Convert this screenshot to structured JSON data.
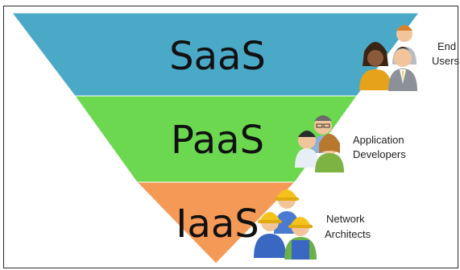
{
  "layers": [
    {
      "name": "SaaS",
      "color": "#4ba9c8",
      "audience": [
        "End",
        "Users"
      ],
      "audience_icon": "business-people-icon"
    },
    {
      "name": "PaaS",
      "color": "#6bd84f",
      "audience": [
        "Application",
        "Developers"
      ],
      "audience_icon": "developers-icon"
    },
    {
      "name": "IaaS",
      "color": "#f59a56",
      "audience": [
        "Network",
        "Architects"
      ],
      "audience_icon": "construction-workers-icon"
    }
  ]
}
